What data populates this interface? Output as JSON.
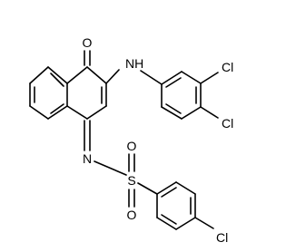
{
  "molecule": {
    "atoms": {
      "oxygen_carbonyl": "O",
      "amine": "NH",
      "chlorine_3": "Cl",
      "chlorine_4": "Cl",
      "imine_nitrogen": "N",
      "sulfur": "S",
      "sulfonyl_oxygen_top": "O",
      "sulfonyl_oxygen_bottom": "O",
      "chlorine_para": "Cl"
    }
  }
}
